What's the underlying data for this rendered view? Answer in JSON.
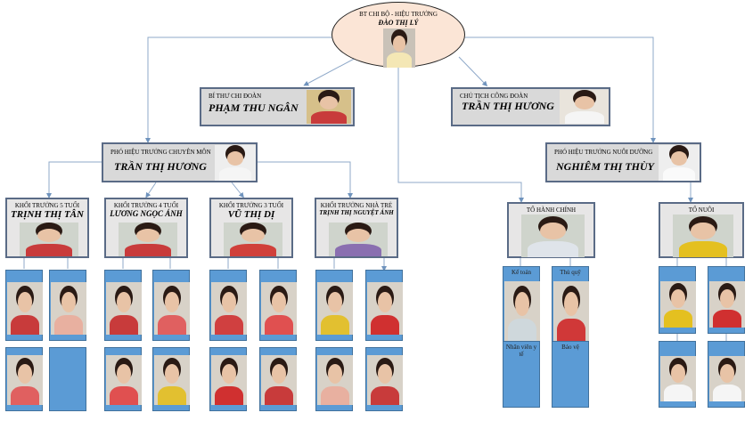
{
  "root": {
    "title": "BT CHI BỘ - HIỆU TRƯỞNG",
    "name": "ĐÀO THỊ LÝ"
  },
  "level1": [
    {
      "title": "BÍ THƯ CHI ĐOÀN",
      "name": "PHẠM THU NGÂN"
    },
    {
      "title": "CHỦ TỊCH CÔNG ĐOÀN",
      "name": "TRẦN THỊ HƯƠNG"
    }
  ],
  "level2": [
    {
      "title": "PHÓ HIỆU TRƯỞNG CHUYÊN MÔN",
      "name": "TRẦN THỊ HƯƠNG"
    },
    {
      "title": "PHÓ HIỆU TRƯỞNG NUÔI DƯỠNG",
      "name": "NGHIÊM THỊ THÙY"
    }
  ],
  "groups": [
    {
      "title": "KHỐI TRƯỞNG 5 TUỔI",
      "name": "TRỊNH THỊ TÂN"
    },
    {
      "title": "KHỐI TRƯỞNG 4 TUỔI",
      "name": "LƯƠNG NGỌC ÁNH"
    },
    {
      "title": "KHỐI TRƯỞNG 3 TUỔI",
      "name": "VŨ THỊ DỊ"
    },
    {
      "title": "KHỐI TRƯỞNG NHÀ TRẺ",
      "name": "TRỊNH THỊ NGUYỆT ÁNH"
    },
    {
      "title": "TỔ HÀNH CHÍNH"
    },
    {
      "title": "TỔ NUÔI"
    }
  ],
  "staff": {
    "ke_toan": "Kế toán",
    "thu_quy": "Thủ quỹ",
    "nhan_vien_y_te": "Nhân viên y tế",
    "bao_ve": "Bảo vệ"
  },
  "colors": {
    "line": "#7f9ec0",
    "card": "#5b9bd5",
    "ellipse": "#fbe5d6"
  }
}
